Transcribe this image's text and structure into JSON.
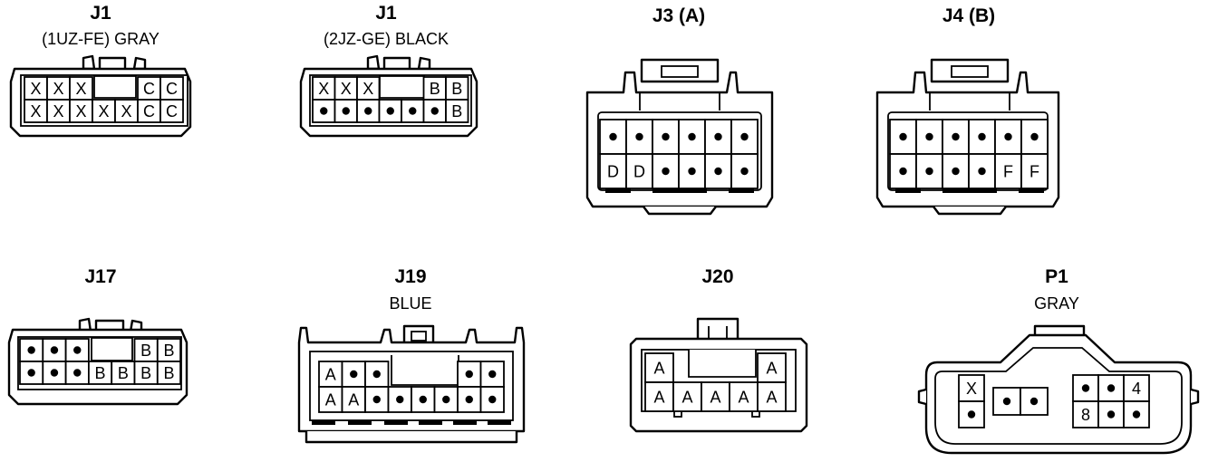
{
  "connectors": [
    {
      "id": "j1-1uz",
      "title": "J1",
      "subtitle": "(1UZ-FE)  GRAY",
      "rows": [
        [
          "X",
          "X",
          "X",
          "",
          "",
          "C",
          "C"
        ],
        [
          "X",
          "X",
          "X",
          "X",
          "X",
          "C",
          "C"
        ]
      ]
    },
    {
      "id": "j1-2jz",
      "title": "J1",
      "subtitle": "(2JZ-GE)  BLACK",
      "rows": [
        [
          "X",
          "X",
          "X",
          "",
          "",
          "B",
          "B"
        ],
        [
          "•",
          "•",
          "•",
          "•",
          "•",
          "•",
          "B"
        ]
      ]
    },
    {
      "id": "j3",
      "title": "J3 (A)",
      "subtitle": "",
      "rows": [
        [
          "•",
          "•",
          "•",
          "•",
          "•",
          "•"
        ],
        [
          "D",
          "D",
          "•",
          "•",
          "•",
          "•"
        ]
      ]
    },
    {
      "id": "j4",
      "title": "J4 (B)",
      "subtitle": "",
      "rows": [
        [
          "•",
          "•",
          "•",
          "•",
          "•",
          "•"
        ],
        [
          "•",
          "•",
          "•",
          "•",
          "F",
          "F"
        ]
      ]
    },
    {
      "id": "j17",
      "title": "J17",
      "subtitle": "",
      "rows": [
        [
          "•",
          "•",
          "•",
          "",
          "",
          "B",
          "B"
        ],
        [
          "•",
          "•",
          "•",
          "B",
          "B",
          "B",
          "B"
        ]
      ]
    },
    {
      "id": "j19",
      "title": "J19",
      "subtitle": "BLUE",
      "rows": [
        [
          "A",
          "•",
          "•",
          "",
          "",
          "",
          "•",
          "•"
        ],
        [
          "A",
          "A",
          "•",
          "•",
          "•",
          "•",
          "•",
          "•"
        ]
      ]
    },
    {
      "id": "j20",
      "title": "J20",
      "subtitle": "",
      "rows": [
        [
          "A",
          "",
          "",
          "",
          "A"
        ],
        [
          "A",
          "A",
          "A",
          "A",
          "A"
        ]
      ]
    },
    {
      "id": "p1",
      "title": "P1",
      "subtitle": "GRAY",
      "left": [
        "X",
        "•"
      ],
      "middle": [
        "•",
        "•"
      ],
      "right": [
        [
          "•",
          "•",
          "4"
        ],
        [
          "8",
          "•",
          "•"
        ]
      ]
    }
  ]
}
